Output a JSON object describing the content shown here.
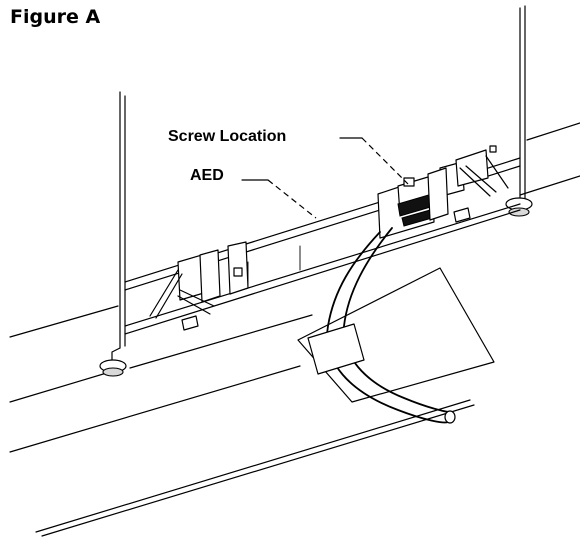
{
  "figure": {
    "title": "Figure A"
  },
  "callouts": {
    "screw_location": "Screw Location",
    "aed": "AED"
  }
}
